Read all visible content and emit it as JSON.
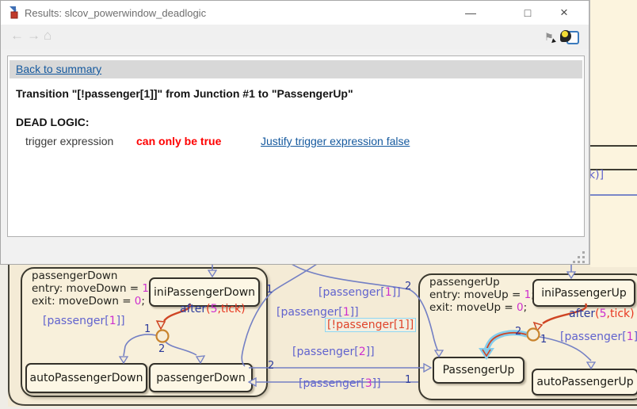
{
  "window": {
    "title": "Results: slcov_powerwindow_deadlogic",
    "minimize_glyph": "—",
    "maximize_glyph": "□",
    "close_glyph": "×"
  },
  "toolbar": {
    "back_glyph": "←",
    "forward_glyph": "→",
    "home_glyph": "⌂",
    "flag_glyph": "⚑"
  },
  "report": {
    "back_link": "Back to summary",
    "heading": "Transition \"[!passenger[1]]\" from Junction #1 to \"PassengerUp\"",
    "section_title": "DEAD LOGIC:",
    "finding_label": "trigger expression",
    "finding_status": "can only be true",
    "finding_action": "Justify trigger expression false"
  },
  "diagram": {
    "edge_label_partial": "k)]",
    "superstates": [
      {
        "title": "passengerDown",
        "entry_pre": "entry: moveDown = ",
        "entry_num": "1",
        "entry_post": ";",
        "exit_pre": "exit: moveDown = ",
        "exit_num": "0",
        "exit_post": ";"
      },
      {
        "title": "passengerUp",
        "entry_pre": "entry: moveUp = ",
        "entry_num": "1",
        "entry_post": ";",
        "exit_pre": "exit: moveUp = ",
        "exit_num": "0",
        "exit_post": ";"
      }
    ],
    "states": {
      "iniPassengerDown": "iniPassengerDown",
      "autoPassengerDown": "autoPassengerDown",
      "passengerDown": "passengerDown",
      "iniPassengerUp": "iniPassengerUp",
      "PassengerUp": "PassengerUp",
      "autoPassengerUp": "autoPassengerUp"
    },
    "labels": [
      {
        "pre": "[passenger[",
        "num": "1",
        "post": "]]"
      },
      {
        "a": "after",
        "b": "(",
        "num": "5",
        "d": ",tick)"
      },
      {
        "pre": "[passenger[",
        "num": "1",
        "post": "]]"
      },
      {
        "pre": "[passenger[",
        "num": "1",
        "post": "]]"
      },
      {
        "pre": "[passenger[",
        "num": "2",
        "post": "]]"
      },
      {
        "pre": "[passenger[",
        "num": "3",
        "post": "]]"
      },
      {
        "pre": "[!passenger[",
        "num": "1",
        "post": "]]"
      },
      {
        "a": "after",
        "b": "(",
        "num": "5",
        "d": ",tick)"
      },
      {
        "pre": "[passenger[",
        "num": "1",
        "post": "]]"
      }
    ],
    "numbers": {
      "n1": "1",
      "n2": "2",
      "n3": "1",
      "n4": "2",
      "n5": "2",
      "n6": "1",
      "n7": "2",
      "n8": "1"
    }
  }
}
